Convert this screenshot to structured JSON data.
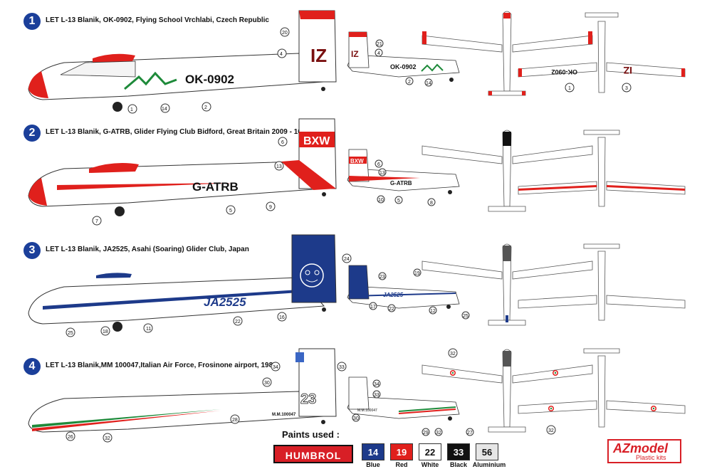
{
  "schemes": [
    {
      "number": "1",
      "title": "LET L-13 Blanik, OK-0902, Flying School Vrchlabi, Czech Republic",
      "registration": "OK-0902",
      "tail_code": "IZ",
      "top_reg": "OK-0902",
      "top_code": "IZ",
      "callouts": [
        "20",
        "4",
        "1",
        "14",
        "2",
        "21",
        "4",
        "2",
        "14",
        "1",
        "3"
      ]
    },
    {
      "number": "2",
      "title": "LET L-13 Blanik, G-ATRB, Glider Flying Club Bidford, Great Britain 2009 - 10",
      "registration": "G-ATRB",
      "tail_code": "BXW",
      "callouts": [
        "6",
        "13",
        "5",
        "9",
        "7",
        "6",
        "13",
        "10",
        "5",
        "8"
      ]
    },
    {
      "number": "3",
      "title": "LET L-13 Blanik, JA2525, Asahi (Soaring) Glider Club, Japan",
      "registration": "JA2525",
      "callouts": [
        "24",
        "16",
        "22",
        "11",
        "18",
        "25",
        "23",
        "19",
        "17",
        "22",
        "12",
        "25"
      ]
    },
    {
      "number": "4",
      "title": "LET L-13 Blanik,MM 100047,Italian Air Force, Frosinone airport, 1985",
      "registration": "M.M.100047",
      "tail_code": "23",
      "callouts": [
        "34",
        "33",
        "30",
        "28",
        "26",
        "32",
        "34",
        "33",
        "30",
        "29",
        "32",
        "27",
        "32",
        "32"
      ]
    }
  ],
  "paints": {
    "label": "Paints used :",
    "brand": "HUMBROL",
    "items": [
      {
        "code": "14",
        "name": "Blue",
        "color": "#1d3a8a",
        "text_color": "#ffffff"
      },
      {
        "code": "19",
        "name": "Red",
        "color": "#e0201c",
        "text_color": "#ffffff"
      },
      {
        "code": "22",
        "name": "White",
        "color": "#ffffff",
        "text_color": "#111111"
      },
      {
        "code": "33",
        "name": "Black",
        "color": "#111111",
        "text_color": "#ffffff"
      },
      {
        "code": "56",
        "name": "Aluminium",
        "color": "#e6e6e6",
        "text_color": "#111111"
      }
    ]
  },
  "logo": {
    "brand": "AZmodel",
    "sub": "Plastic kits"
  },
  "colors": {
    "accent_red": "#e0201c",
    "accent_blue": "#1d3a8a",
    "italian_green": "#1e8a3a",
    "outline": "#333333"
  }
}
